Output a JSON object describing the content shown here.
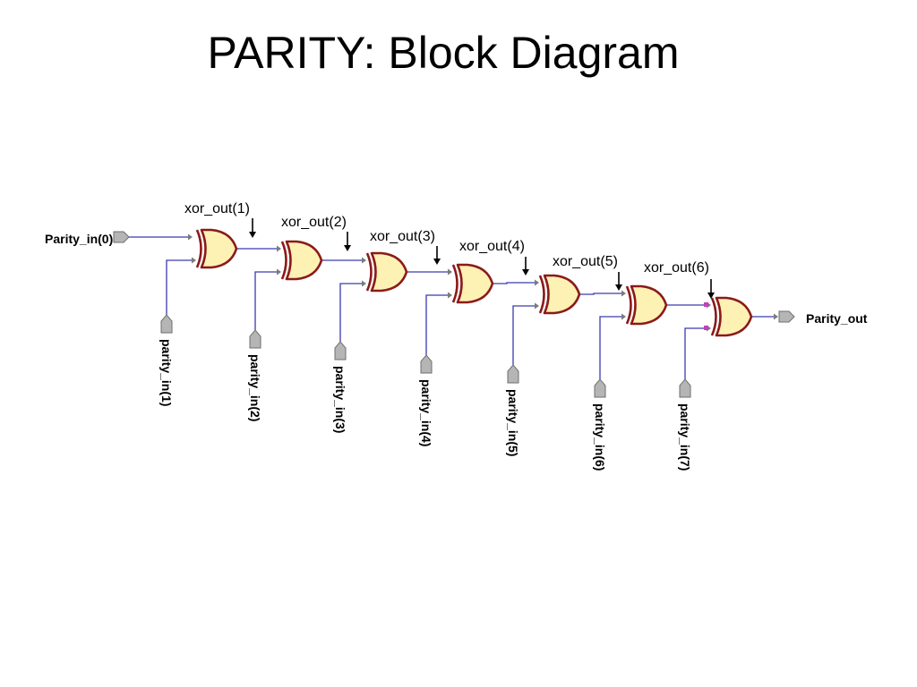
{
  "title": "PARITY: Block Diagram",
  "diagram": {
    "input0_label": "Parity_in(0)",
    "output_label": "Parity_out",
    "xor_outputs": [
      "xor_out(1)",
      "xor_out(2)",
      "xor_out(3)",
      "xor_out(4)",
      "xor_out(5)",
      "xor_out(6)"
    ],
    "inputs": [
      "parity_in(1)",
      "parity_in(2)",
      "parity_in(3)",
      "parity_in(4)",
      "parity_in(5)",
      "parity_in(6)",
      "parity_in(7)"
    ]
  },
  "colors": {
    "wire": "#3a3ab0",
    "gate_fill": "#fdf1b4",
    "gate_stroke": "#8b1a1a",
    "port_fill": "#b5b5b5",
    "port_stroke": "#6e6e6e",
    "pin": "#7a7a7a",
    "junction": "#c040c0"
  }
}
